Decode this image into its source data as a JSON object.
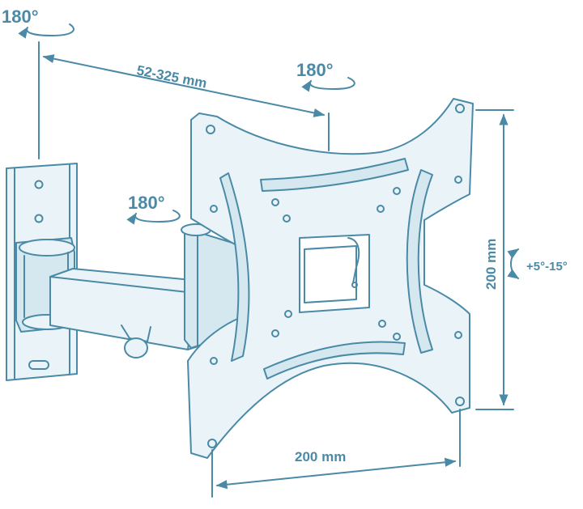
{
  "colors": {
    "line": "#4a8aa6",
    "fill_light": "#eaf4f8",
    "fill_mid": "#d5e8ef",
    "text": "#4a8aa6"
  },
  "labels": {
    "rotation_wall": "180°",
    "rotation_top": "180°",
    "rotation_arm": "180°",
    "arm_extension": "52-325 mm",
    "vesa_width": "200 mm",
    "vesa_height": "200 mm",
    "tilt": "+5°-15°"
  }
}
